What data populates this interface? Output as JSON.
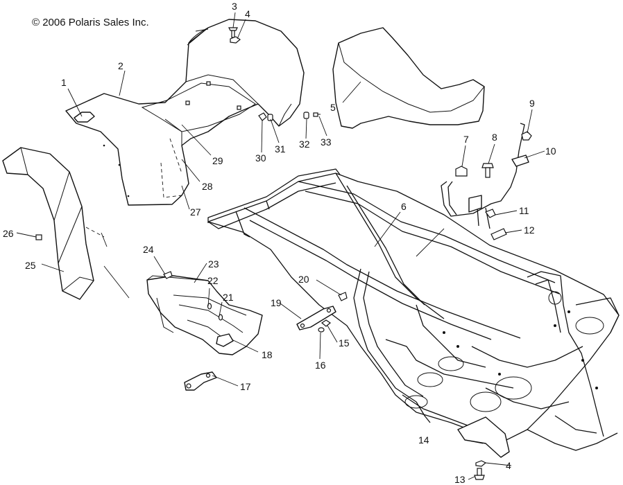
{
  "copyright": "© 2006 Polaris Sales Inc.",
  "callouts": [
    {
      "id": "1",
      "text": "1"
    },
    {
      "id": "2",
      "text": "2"
    },
    {
      "id": "3",
      "text": "3"
    },
    {
      "id": "4a",
      "text": "4"
    },
    {
      "id": "4b",
      "text": "4"
    },
    {
      "id": "5",
      "text": "5"
    },
    {
      "id": "6",
      "text": "6"
    },
    {
      "id": "7",
      "text": "7"
    },
    {
      "id": "8",
      "text": "8"
    },
    {
      "id": "9",
      "text": "9"
    },
    {
      "id": "10",
      "text": "10"
    },
    {
      "id": "11",
      "text": "11"
    },
    {
      "id": "12",
      "text": "12"
    },
    {
      "id": "13",
      "text": "13"
    },
    {
      "id": "14",
      "text": "14"
    },
    {
      "id": "15",
      "text": "15"
    },
    {
      "id": "16",
      "text": "16"
    },
    {
      "id": "17",
      "text": "17"
    },
    {
      "id": "18",
      "text": "18"
    },
    {
      "id": "19",
      "text": "19"
    },
    {
      "id": "20",
      "text": "20"
    },
    {
      "id": "21",
      "text": "21"
    },
    {
      "id": "22",
      "text": "22"
    },
    {
      "id": "23",
      "text": "23"
    },
    {
      "id": "24",
      "text": "24"
    },
    {
      "id": "25",
      "text": "25"
    },
    {
      "id": "26",
      "text": "26"
    },
    {
      "id": "27",
      "text": "27"
    },
    {
      "id": "28",
      "text": "28"
    },
    {
      "id": "29",
      "text": "29"
    },
    {
      "id": "30",
      "text": "30"
    },
    {
      "id": "31",
      "text": "31"
    },
    {
      "id": "32",
      "text": "32"
    },
    {
      "id": "33",
      "text": "33"
    }
  ]
}
